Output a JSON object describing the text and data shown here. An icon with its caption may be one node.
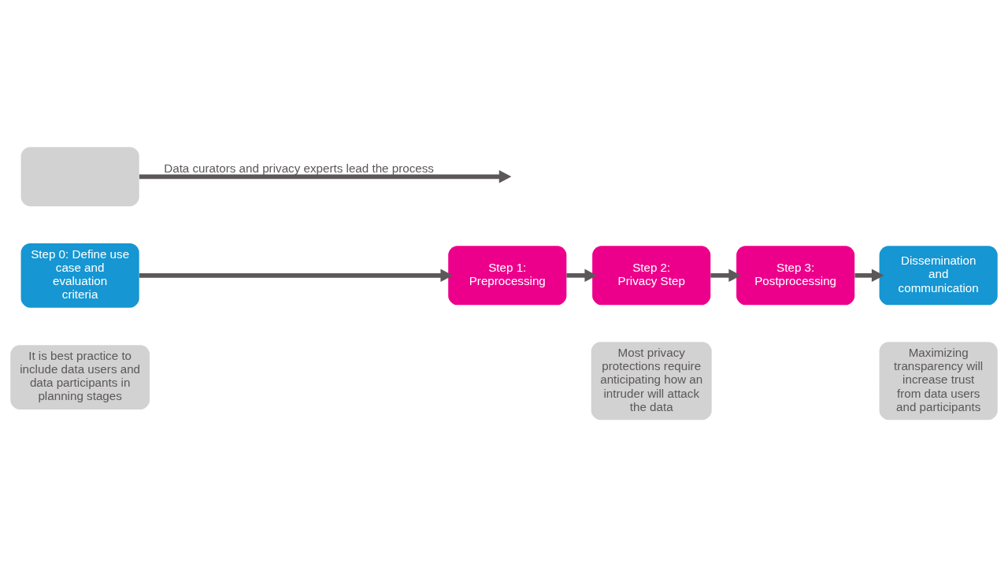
{
  "diagram": {
    "nodes": [
      {
        "text": [],
        "shape": "box"
      },
      {
        "text": [
          "Step 0: Define use case and evaluation criteria"
        ]
      },
      {
        "text": [
          "Step 1: Preprocessing"
        ]
      },
      {
        "text": [
          "Step 2: Privacy Step"
        ]
      },
      {
        "text": [
          "Step 3: Postprocessing"
        ]
      },
      {
        "text": [
          "Dissemination and communication"
        ]
      },
      {
        "text": [
          "It is best practice to include data users and data participants in planning stages"
        ]
      },
      {
        "text": [
          "Most privacy protections require anticipating how an intruder will attack the data"
        ]
      },
      {
        "text": [
          "Maximizing transparency will increase trust from data users and participants"
        ]
      }
    ],
    "edges": [
      {
        "from": 0,
        "to": null,
        "arrow": "to",
        "label": "Data curators and privacy experts lead the process"
      },
      {
        "from": 1,
        "to": 2,
        "arrow": "to"
      },
      {
        "from": 2,
        "to": 3,
        "arrow": "to"
      },
      {
        "from": 3,
        "to": 4,
        "arrow": "to"
      },
      {
        "from": 4,
        "to": 5,
        "arrow": "to"
      }
    ]
  }
}
